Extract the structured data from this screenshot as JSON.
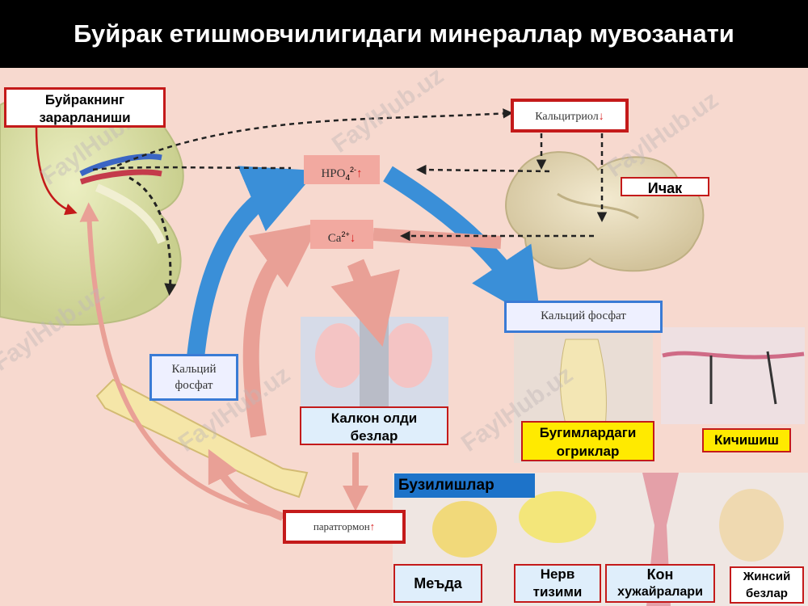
{
  "title": "Буйрак етишмовчилигидаги минераллар мувозанати",
  "labels": {
    "kidney_damage_1": "Буйракнинг",
    "kidney_damage_2": "зарарланиши",
    "calcitriol": "Кальцитриол",
    "intestine": "Ичак",
    "hpo4": "HPO",
    "hpo4_sub": "4",
    "hpo4_sup": "2-",
    "ca": "Ca",
    "ca_sup": "2+",
    "calcium_phosphate_right": "Кальций фосфат",
    "calcium_phosphate_left_1": "Кальций",
    "calcium_phosphate_left_2": "фосфат",
    "parathyroid_1": "Калкон олди",
    "parathyroid_2": "безлар",
    "joint_pain_1": "Бугимлардаги",
    "joint_pain_2": "огриклар",
    "itching": "Кичишиш",
    "disorders": "Бузилишлар",
    "parathormone": "паратгормон",
    "stomach": "Меъда",
    "nerve_1": "Нерв",
    "nerve_2": "тизими",
    "vessels_1": "Кон",
    "vessels_2": "хужайралари",
    "gonads_1": "Жинсий",
    "gonads_2": "безлар"
  },
  "watermark": "FaylHub.uz",
  "colors": {
    "blue_arrow": "#3a8fd8",
    "pink_arrow": "#e9a096",
    "red_border": "#c41a1a",
    "yellow": "#ffea00",
    "background": "#f7d9cf"
  },
  "icons": {
    "up_arrow": "up-arrow-icon",
    "down_arrow": "down-arrow-icon"
  }
}
